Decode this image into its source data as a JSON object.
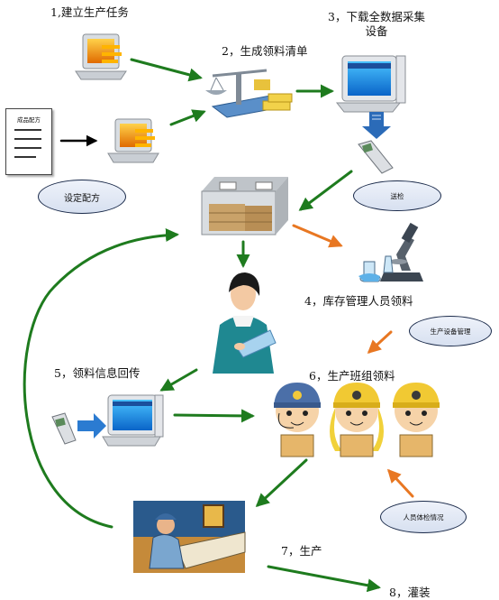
{
  "steps": {
    "s1": "1,建立生产任务",
    "s2": "2，生成领料清单",
    "s3_line1": "3，下载全数据采集",
    "s3_line2": "设备",
    "s4": "4，库存管理人员领料",
    "s5": "5，领料信息回传",
    "s6": "6，生产班组领料",
    "s7": "7，生产",
    "s8": "8，灌装"
  },
  "notes": {
    "recipe_setting": "设定配方",
    "inspection": "送检",
    "equipment_management": "生产设备管理",
    "staff_health": "人员体检情况"
  },
  "document": {
    "title": "成品配方"
  },
  "colors": {
    "arrow_green": "#1e7b1e",
    "arrow_orange": "#e87722",
    "arrow_black": "#000000"
  }
}
